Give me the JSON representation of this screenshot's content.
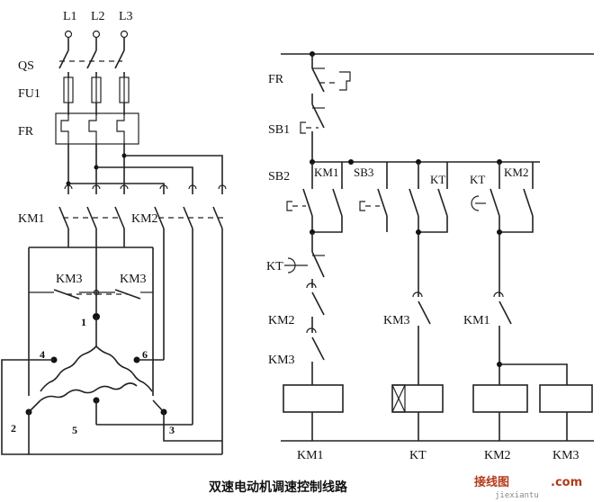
{
  "supply": {
    "phases": [
      "L1",
      "L2",
      "L3"
    ]
  },
  "main_circuit": {
    "switch_label": "QS",
    "fuse_label": "FU1",
    "relay_label": "FR",
    "contactor_left": "KM1",
    "contactor_right": "KM2",
    "km3_left": "KM3",
    "km3_right": "KM3",
    "terminals": [
      "1",
      "2",
      "3",
      "4",
      "5",
      "6"
    ]
  },
  "control_circuit": {
    "fr_label": "FR",
    "sb1_label": "SB1",
    "sb2_label": "SB2",
    "km1_contact_label": "KM1",
    "sb3_label": "SB3",
    "kt_contact_a": "KT",
    "kt_contact_b": "KT",
    "km2_contact_label": "KM2",
    "kt_timer_label": "KT",
    "km2_interlock_label": "KM2",
    "km3_interlock_label": "KM3",
    "km3_branch_label": "KM3",
    "km1_branch_label": "KM1",
    "coils": [
      "KM1",
      "KT",
      "KM2",
      "KM3"
    ]
  },
  "caption": "双速电动机调速控制线路",
  "watermark": {
    "logo": "接线图",
    "suffix": ".com",
    "url": "jiexiantu"
  }
}
